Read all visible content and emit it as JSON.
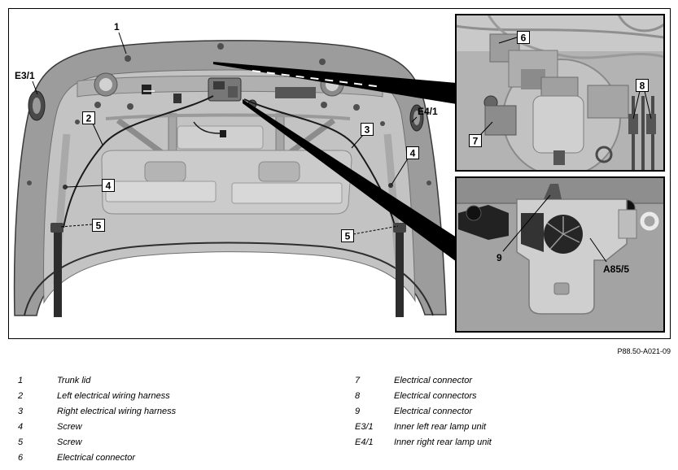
{
  "figure": {
    "code": "P88.50-A021-09",
    "callouts": {
      "label_1": "1",
      "label_E3_1": "E3/1",
      "label_E4_1": "E4/1",
      "label_2": "2",
      "label_3": "3",
      "label_4_left": "4",
      "label_4_right": "4",
      "label_5_left": "5",
      "label_5_right": "5",
      "label_6": "6",
      "label_7": "7",
      "label_8": "8",
      "label_9": "9",
      "label_A85_5": "A85/5"
    }
  },
  "legend": {
    "left": [
      {
        "key": "1",
        "text": "Trunk lid"
      },
      {
        "key": "2",
        "text": "Left electrical wiring harness"
      },
      {
        "key": "3",
        "text": "Right electrical wiring harness"
      },
      {
        "key": "4",
        "text": "Screw"
      },
      {
        "key": "5",
        "text": "Screw"
      },
      {
        "key": "6",
        "text": "Electrical connector"
      }
    ],
    "right": [
      {
        "key": "7",
        "text": "Electrical connector"
      },
      {
        "key": "8",
        "text": "Electrical connectors"
      },
      {
        "key": "9",
        "text": "Electrical connector"
      },
      {
        "key": "E3/1",
        "text": "Inner left rear lamp unit"
      },
      {
        "key": "E4/1",
        "text": "Inner right rear lamp unit"
      }
    ]
  }
}
